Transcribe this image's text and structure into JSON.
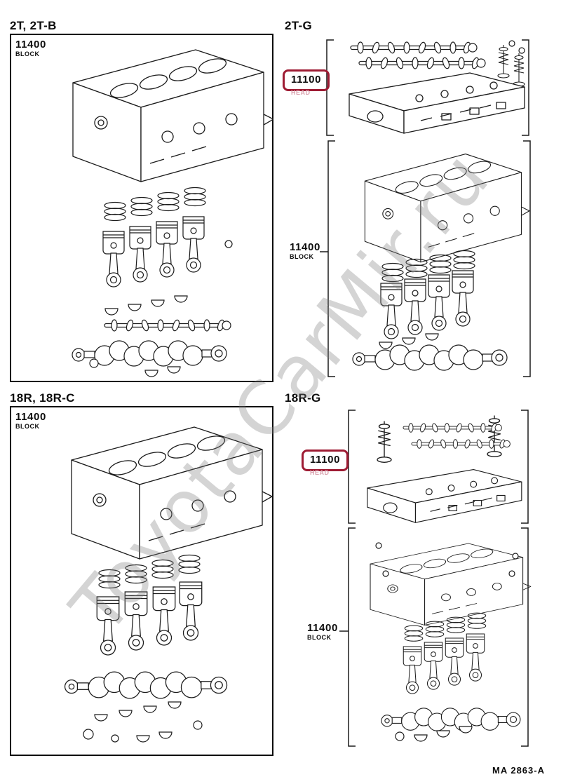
{
  "page": {
    "footer_code": "MA 2863-A",
    "background": "#ffffff"
  },
  "watermark": {
    "text": "ToyotaCarMir.ru"
  },
  "colors": {
    "line": "#1b1b1b",
    "highlight_box_red": "#9e1b33",
    "highlighted_name_pink": "#d9a2ae"
  },
  "panels": [
    {
      "id": "2t",
      "title": "2T, 2T-B",
      "labels": [
        {
          "number": "11400",
          "name": "BLOCK",
          "highlighted": false
        }
      ]
    },
    {
      "id": "2t-g",
      "title": "2T-G",
      "labels": [
        {
          "number": "11100",
          "name": "HEAD",
          "highlighted": true
        },
        {
          "number": "11400",
          "name": "BLOCK",
          "highlighted": false
        }
      ]
    },
    {
      "id": "18r",
      "title": "18R, 18R-C",
      "labels": [
        {
          "number": "11400",
          "name": "BLOCK",
          "highlighted": false
        }
      ]
    },
    {
      "id": "18r-g",
      "title": "18R-G",
      "labels": [
        {
          "number": "11100",
          "name": "HEAD",
          "highlighted": true
        },
        {
          "number": "11400",
          "name": "BLOCK",
          "highlighted": false
        }
      ]
    }
  ]
}
